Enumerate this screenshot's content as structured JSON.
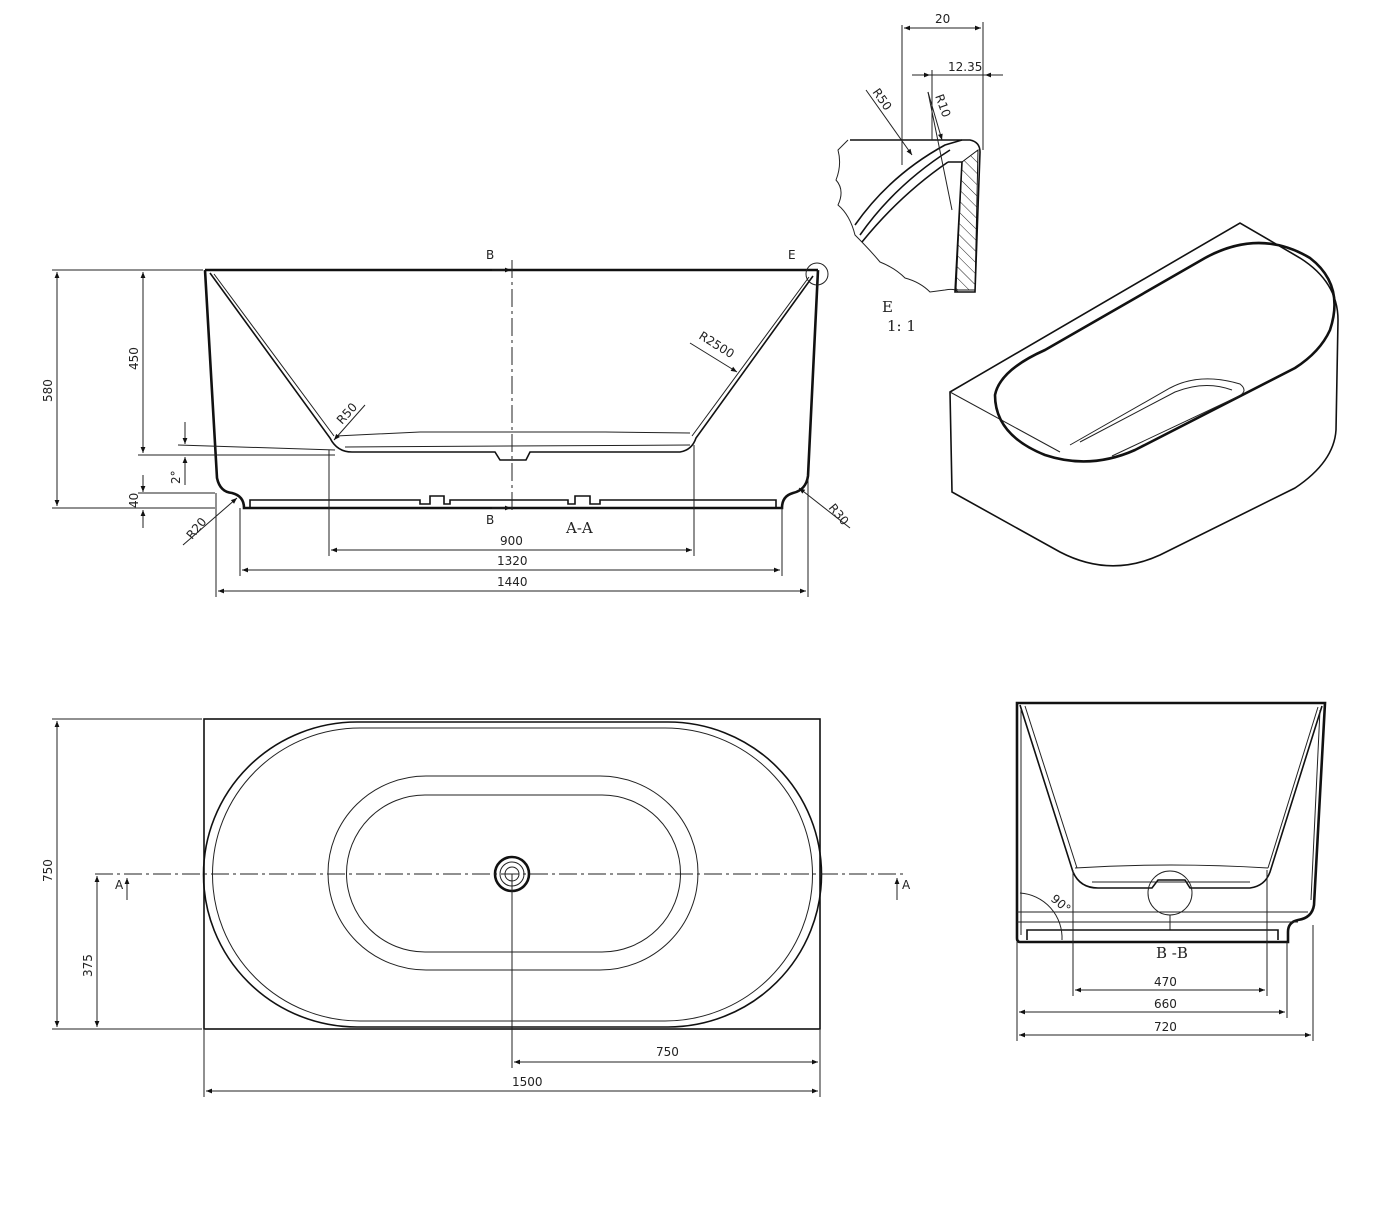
{
  "section_aa": {
    "title": "A-A",
    "cut_label_top": "B",
    "cut_label_bottom": "B",
    "detail_ref": "E",
    "dims": {
      "height_total": "580",
      "height_inner": "450",
      "height_base": "40",
      "floor_slope": "2°",
      "width_floor": "900",
      "width_base": "1320",
      "width_total": "1440"
    },
    "radii": {
      "r_floor": "R50",
      "r_wall": "R2500",
      "r_foot_left": "R20",
      "r_foot_right": "R30"
    }
  },
  "detail_e": {
    "title": "E",
    "scale": "1: 1",
    "dims": {
      "rim_width": "20",
      "rim_offset": "12.35"
    },
    "radii": {
      "outer": "R50",
      "inner": "R10"
    }
  },
  "plan_view": {
    "section_marker": "A",
    "dims": {
      "depth_total": "750",
      "depth_half": "375",
      "length_half": "750",
      "length_total": "1500"
    }
  },
  "section_bb": {
    "title": "B -B",
    "angle": "90°",
    "dims": {
      "width_floor": "470",
      "width_base": "660",
      "width_total": "720"
    }
  }
}
